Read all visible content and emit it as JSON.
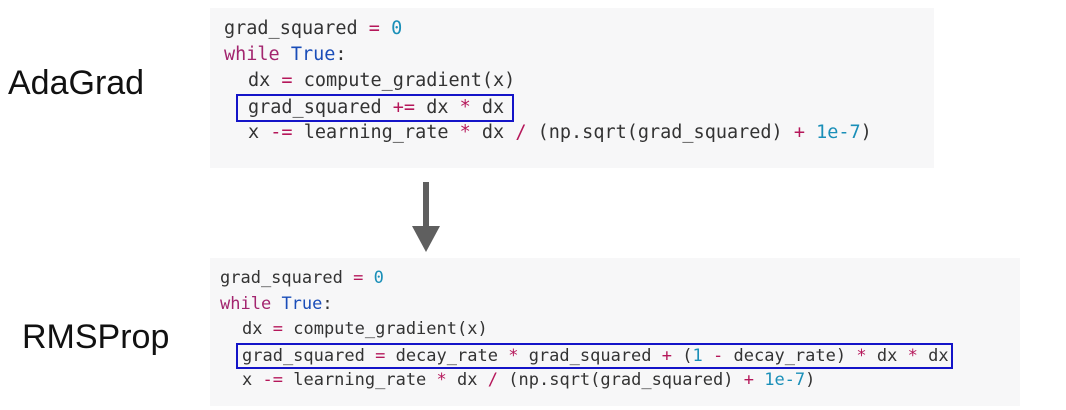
{
  "labels": {
    "adagrad": "AdaGrad",
    "rmsprop": "RMSProp"
  },
  "adagrad": {
    "line1": {
      "var": "grad_squared",
      "op": "=",
      "num": "0"
    },
    "line2": {
      "kw": "while",
      "bool": "True",
      "colon": ":"
    },
    "line3": {
      "lhs": "dx",
      "op": "=",
      "rhs": "compute_gradient(x)"
    },
    "line4": {
      "var": "grad_squared",
      "op1": "+=",
      "a": "dx",
      "op2": "*",
      "b": "dx"
    },
    "line5": {
      "x": "x",
      "op1": "-=",
      "lr": "learning_rate",
      "op2": "*",
      "dx": "dx",
      "op3": "/",
      "mid": "(np.sqrt(grad_squared)",
      "op4": "+",
      "eps": "1e-7",
      "close": ")"
    }
  },
  "rmsprop": {
    "line1": {
      "var": "grad_squared",
      "op": "=",
      "num": "0"
    },
    "line2": {
      "kw": "while",
      "bool": "True",
      "colon": ":"
    },
    "line3": {
      "lhs": "dx",
      "op": "=",
      "rhs": "compute_gradient(x)"
    },
    "line4": {
      "var": "grad_squared",
      "op1": "=",
      "decay": "decay_rate",
      "op2": "*",
      "gs": "grad_squared",
      "op3": "+",
      "open": "(",
      "one": "1",
      "op4": "-",
      "decay2": "decay_rate)",
      "op5": "*",
      "dx1": "dx",
      "op6": "*",
      "dx2": "dx"
    },
    "line5": {
      "x": "x",
      "op1": "-=",
      "lr": "learning_rate",
      "op2": "*",
      "dx": "dx",
      "op3": "/",
      "mid": "(np.sqrt(grad_squared)",
      "op4": "+",
      "eps": "1e-7",
      "close": ")"
    }
  },
  "colors": {
    "highlight_box": "#1414c8",
    "arrow": "#5f5f5f",
    "code_bg": "#f7f7f8"
  }
}
